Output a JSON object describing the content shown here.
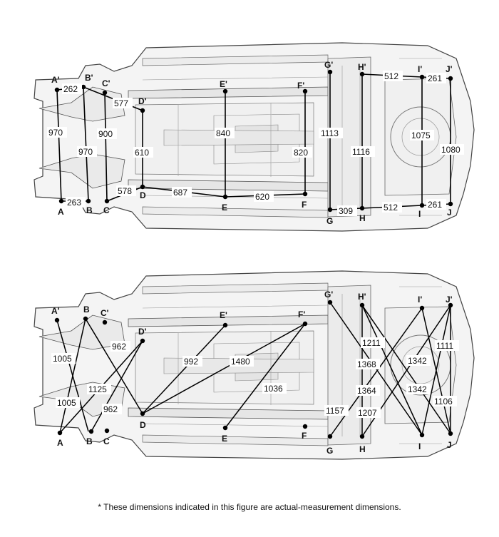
{
  "upper_view": {
    "points": {
      "A": "A",
      "A_prime": "A'",
      "B": "B",
      "B_prime": "B'",
      "C": "C",
      "C_prime": "C'",
      "D": "D",
      "D_prime": "D'",
      "E": "E",
      "E_prime": "E'",
      "F": "F",
      "F_prime": "F'",
      "G": "G",
      "G_prime": "G'",
      "H": "H",
      "H_prime": "H'",
      "I": "I",
      "I_prime": "I'",
      "J": "J",
      "J_prime": "J'"
    },
    "dimensions": {
      "A_Aprime": "970",
      "B_Bprime": "970",
      "C_Cprime": "900",
      "D_Dprime": "610",
      "E_Eprime": "840",
      "F_Fprime": "820",
      "G_Gprime": "1113",
      "H_Hprime": "1116",
      "I_Iprime": "1075",
      "J_Jprime": "1080",
      "Aprime_Bprime": "262",
      "A_B": "263",
      "Cprime_Dprime": "577",
      "C_D": "578",
      "D_E": "687",
      "E_F": "620",
      "G_H": "309",
      "Gprime_Hprime_top": "512",
      "H_I": "512",
      "Iprime_Jprime": "261",
      "I_J": "261"
    }
  },
  "lower_view": {
    "dimensions": {
      "Aprime_B": "1005",
      "A_Bprime": "1005",
      "Bprime_D": "962",
      "B_Dprime": "962",
      "A_Dprime": "1125",
      "D_Eprime": "992",
      "D_Fprime": "1480",
      "E_Fprime": "1036",
      "Gprime_I": "1211",
      "G_Iprime": "1157",
      "Hprime_J": "1368",
      "H_Jprime": "1364",
      "Iprime_J": "1342",
      "I_Jprime": "1342",
      "Hprime_I": "1207",
      "Jprime_J": "1111",
      "Iprime_J_outer": "1106"
    }
  },
  "footnote": "* These dimensions indicated in this figure are actual-measurement dimensions."
}
